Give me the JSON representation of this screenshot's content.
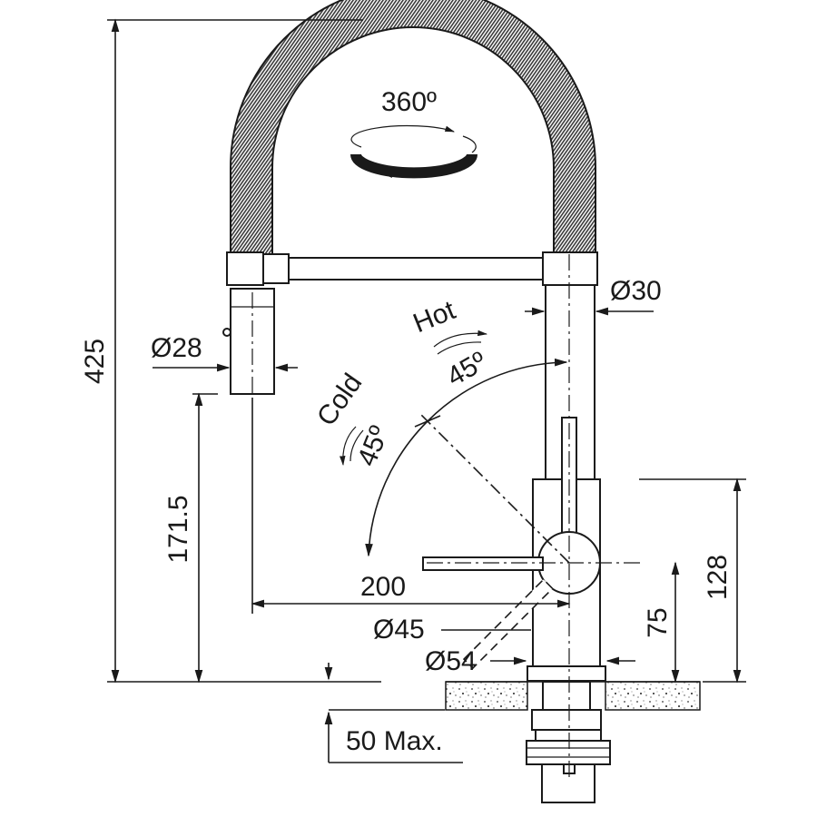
{
  "labels": {
    "height_total": "425",
    "rotation": "360º",
    "hose_diameter": "Ø30",
    "spray_diameter": "Ø28",
    "hot": "Hot",
    "hot_angle": "45º",
    "cold": "Cold",
    "cold_angle": "45º",
    "spray_height": "171.5",
    "reach": "200",
    "body_diameter": "Ø45",
    "base_diameter": "Ø54",
    "lever_height": "75",
    "body_height": "128",
    "countertop_max": "50 Max."
  }
}
